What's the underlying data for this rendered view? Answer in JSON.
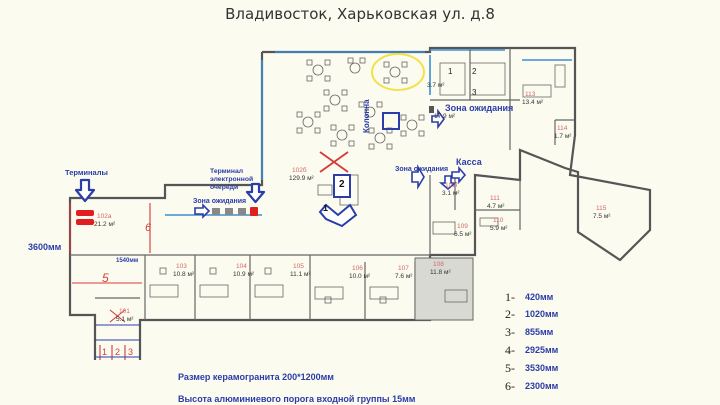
{
  "title": "Владивосток, Харьковская ул. д.8",
  "labels": {
    "terminals": "Терминалы",
    "terminal_queue": "Терминал\nэлектронной\nочереди",
    "waiting_zone_left": "Зона ожидания",
    "waiting_zone_mid": "Зона ожидания",
    "waiting_zone_top": "Зона ожидания",
    "cashier": "Касса",
    "column": "Колонна",
    "height": "3600мм",
    "dim_1540": "1540мм",
    "dim_6": "6",
    "dim_5": "5",
    "arrow_num_1": "1",
    "arrow_num_2": "2"
  },
  "rooms": [
    {
      "id": "102б",
      "area": "129.9 м²"
    },
    {
      "id": "102а",
      "area": "21.2 м²"
    },
    {
      "id": "101",
      "area": "5.1 м²"
    },
    {
      "id": "103",
      "area": "10.8 м²"
    },
    {
      "id": "104",
      "area": "10.9 м²"
    },
    {
      "id": "105",
      "area": "11.1 м²"
    },
    {
      "id": "106",
      "area": "10.0 м²"
    },
    {
      "id": "107",
      "area": "7.6 м²"
    },
    {
      "id": "108",
      "area": "11.8 м²"
    },
    {
      "id": "102г",
      "area": "3.1 м²"
    },
    {
      "id": "109",
      "area": "6.5 м²"
    },
    {
      "id": "110",
      "area": "5.9 м²"
    },
    {
      "id": "111",
      "area": "4.7 м²"
    },
    {
      "id": "113",
      "area": "13.4 м²"
    },
    {
      "id": "114",
      "area": "1.7 м²"
    },
    {
      "id": "115",
      "area": "7.5 м²"
    },
    {
      "id": "",
      "area": "3.7 м²"
    },
    {
      "id": "",
      "area": "17.9 м²"
    }
  ],
  "seat_numbers": [
    "1",
    "2",
    "3"
  ],
  "wall_marks": [
    "1",
    "2",
    "3"
  ],
  "legend": [
    {
      "num": "1-",
      "value": "420мм"
    },
    {
      "num": "2-",
      "value": "1020мм"
    },
    {
      "num": "3-",
      "value": "855мм"
    },
    {
      "num": "4-",
      "value": "2925мм"
    },
    {
      "num": "5-",
      "value": "3530мм"
    },
    {
      "num": "6-",
      "value": "2300мм"
    }
  ],
  "footer": {
    "tile_size": "Размер керамогранита 200*1200мм",
    "threshold": "Высота алюминиевого порога входной группы 15мм"
  },
  "colors": {
    "annotation_blue": "#2a3da8",
    "wall": "#555555",
    "window_blue": "#3a8fd6",
    "terminal_red": "#e02020",
    "marker_red": "#d43a3a",
    "highlight_yellow": "#f3e04a",
    "room_108_fill": "#d9d9d4"
  }
}
